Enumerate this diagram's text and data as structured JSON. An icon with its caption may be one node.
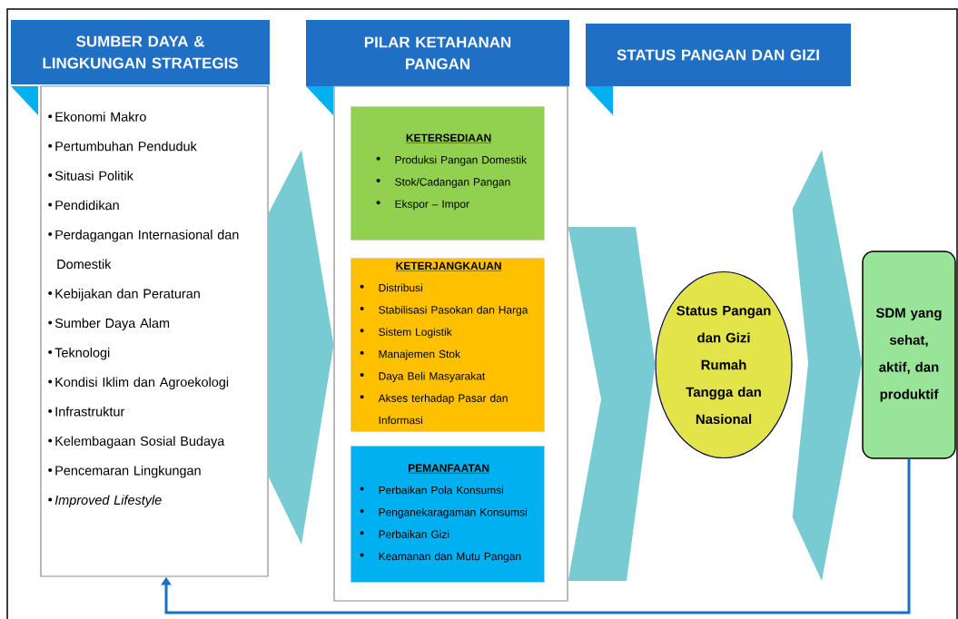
{
  "diagram": {
    "nodes": [
      {
        "text": [
          "SUMBER DAYA & LINGKUNGAN STRATEGIS"
        ]
      },
      {
        "text": [
          "PILAR KETAHANAN PANGAN"
        ]
      },
      {
        "text": [
          "STATUS PANGAN DAN GIZI"
        ]
      },
      {
        "text": [
          "Ekonomi Makro",
          "Pertumbuhan Penduduk",
          "Situasi Politik",
          "Pendidikan",
          "Perdagangan Internasional dan Domestik",
          "Kebijakan dan Peraturan",
          "Sumber Daya Alam",
          "Teknologi",
          "Kondisi Iklim dan Agroekologi",
          "Infrastruktur",
          "Kelembagaan Sosial Budaya",
          "Pencemaran Lingkungan",
          "Improved Lifestyle"
        ]
      },
      {
        "text": [],
        "shape": "box"
      },
      {
        "text": [
          "KETERSEDIAAN",
          "Produksi Pangan Domestik",
          "Stok/Cadangan Pangan",
          "Ekspor – Impor"
        ],
        "in": 4
      },
      {
        "text": [
          "KETERJANGKAUAN",
          "Distribusi",
          "Stabilisasi Pasokan dan Harga",
          "Sistem Logistik",
          "Manajemen Stok",
          "Daya Beli Masyarakat",
          "Akses terhadap Pasar dan Informasi"
        ],
        "in": 4
      },
      {
        "text": [
          "PEMANFAATAN",
          "Perbaikan Pola Konsumsi",
          "Penganekaragaman Konsumsi",
          "Perbaikan Gizi",
          "Keamanan dan Mutu Pangan"
        ],
        "in": 4
      },
      {
        "text": [
          "Status Pangan dan Gizi Rumah Tangga dan Nasional"
        ]
      },
      {
        "text": [
          "SDM yang sehat, aktif, dan produktif"
        ]
      }
    ],
    "edges": [
      {
        "from": 3,
        "to": 4,
        "arrow": "to",
        "style": "thick"
      },
      {
        "from": 4,
        "to": 8,
        "arrow": "to",
        "style": "thick"
      },
      {
        "from": 8,
        "to": 9,
        "arrow": "to",
        "style": "thick"
      },
      {
        "from": 9,
        "to": 3,
        "arrow": "to",
        "color": "#1670c4"
      }
    ]
  }
}
